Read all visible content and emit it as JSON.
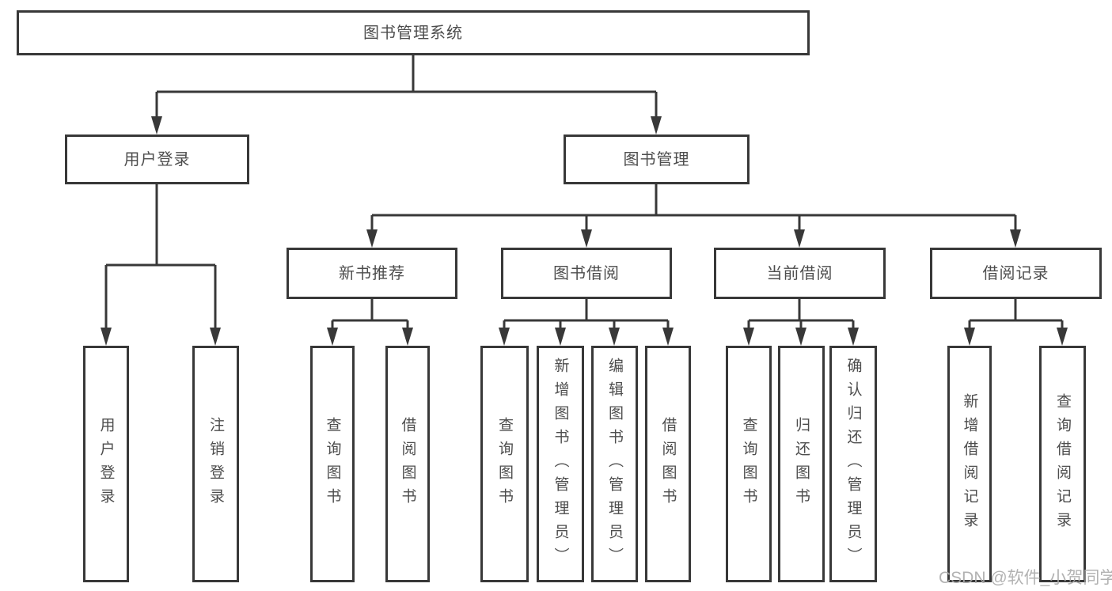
{
  "colors": {
    "line": "#383838",
    "text": "#4d4d4d",
    "background": "#ffffff",
    "watermark": "#aaaaaa"
  },
  "tree": {
    "root": {
      "label": "图书管理系统"
    },
    "branches": [
      {
        "label": "用户登录",
        "children": [
          {
            "label": "用户登录"
          },
          {
            "label": "注销登录"
          }
        ]
      },
      {
        "label": "图书管理",
        "children": [
          {
            "label": "新书推荐",
            "children": [
              {
                "label": "查询图书"
              },
              {
                "label": "借阅图书"
              }
            ]
          },
          {
            "label": "图书借阅",
            "children": [
              {
                "label": "查询图书"
              },
              {
                "label": "新增图书（管理员）"
              },
              {
                "label": "编辑图书（管理员）"
              },
              {
                "label": "借阅图书"
              }
            ]
          },
          {
            "label": "当前借阅",
            "children": [
              {
                "label": "查询图书"
              },
              {
                "label": "归还图书"
              },
              {
                "label": "确认归还（管理员）"
              }
            ]
          },
          {
            "label": "借阅记录",
            "children": [
              {
                "label": "新增借阅记录"
              },
              {
                "label": "查询借阅记录"
              }
            ]
          }
        ]
      }
    ]
  },
  "watermark": {
    "text": "CSDN @软件_小贺同学"
  }
}
